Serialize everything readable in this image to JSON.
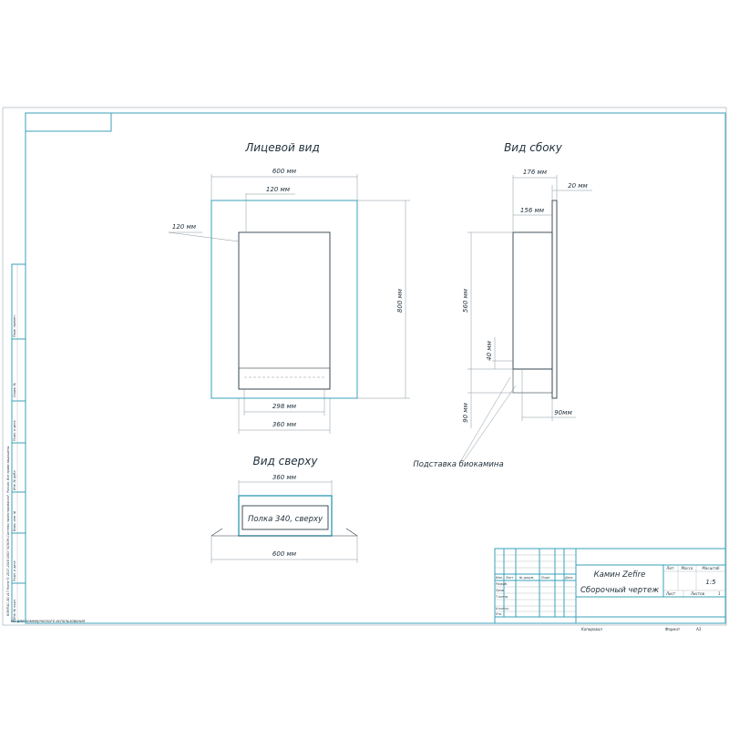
{
  "views": {
    "front_title": "Лицевой вид",
    "side_title": "Вид сбоку",
    "top_title": "Вид сверху"
  },
  "dims": {
    "front_width": "600 мм",
    "front_inset_top": "120 мм",
    "front_inset_left": "120 мм",
    "front_height": "800 мм",
    "front_inner": "298 мм",
    "front_base": "360 мм",
    "side_depth": "176 мм",
    "side_back": "20 мм",
    "side_body": "156 мм",
    "side_height": "560 мм",
    "side_gap": "40 мм",
    "side_stand_h": "90 мм",
    "side_stand_d": "90мм",
    "top_width": "360 мм",
    "top_total": "600 мм"
  },
  "labels": {
    "stand": "Подставка биокамина",
    "shelf": "Полка 340, сверху"
  },
  "title_block": {
    "line1": "Камин Zefire",
    "line2": "Сборочный чертеж",
    "col_lit": "Лит.",
    "col_mass": "Масса",
    "col_scale": "Масштаб",
    "scale": "1:5",
    "sheet": "Лист",
    "sheets": "Листов",
    "sheets_n": "1",
    "row_izm": "Изм.",
    "row_list": "Лист",
    "row_doc": "№ докум.",
    "row_sign": "Подп.",
    "row_date": "Дата",
    "r_razrab": "Разраб.",
    "r_prov": "Пров.",
    "r_tkontr": "Т.контр.",
    "r_nkontr": "Н.контр.",
    "r_utv": "Утв.",
    "copied": "Копировал",
    "format": "Формат",
    "format_val": "A3"
  },
  "side_strip": {
    "c1": "Перв. примен.",
    "c2": "Справ. №",
    "c3": "Подп. и дата",
    "c4": "Инв. № дубл.",
    "c5": "Взам. инв. №",
    "c6": "Подп. и дата",
    "c7": "Инв. № подл."
  },
  "watermark": "КОМПАС-3D v17 Home © 2017-2018 ООО \"АСКОН-Системы проектирования\", Россия. Все права защищены.",
  "noncommercial": "Не для коммерческого использования"
}
